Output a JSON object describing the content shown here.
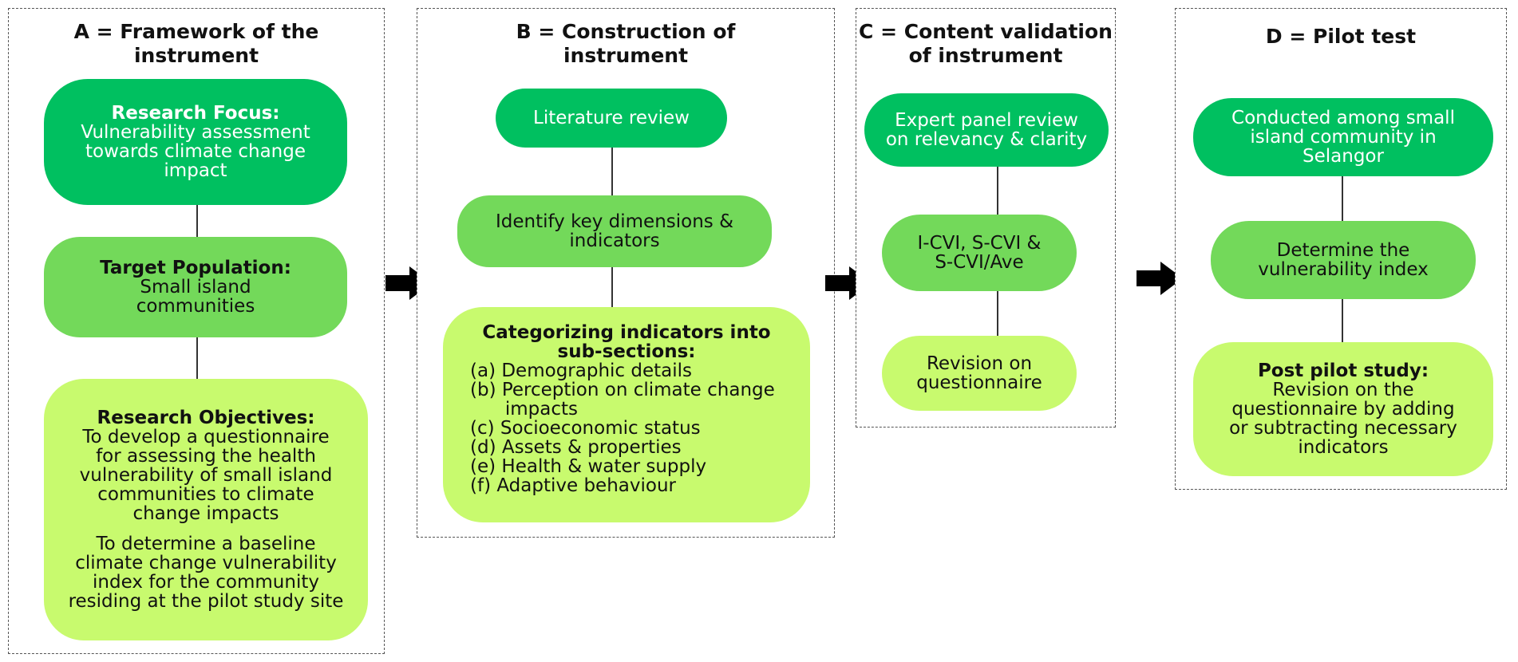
{
  "panels": {
    "a": {
      "title_line1": "A = Framework of the",
      "title_line2": "instrument",
      "focus": {
        "heading": "Research Focus:",
        "lines": [
          "Vulnerability assessment",
          "towards climate change",
          "impact"
        ]
      },
      "population": {
        "heading": "Target Population:",
        "lines": [
          "Small island",
          "communities"
        ]
      },
      "objectives": {
        "heading": "Research Objectives:",
        "obj1_lines": [
          "To develop a questionnaire",
          "for assessing the health",
          "vulnerability of small island",
          "communities to climate",
          "change impacts"
        ],
        "obj2_lines": [
          "To determine a baseline",
          "climate change vulnerability",
          "index for the community",
          "residing at the pilot study site"
        ]
      }
    },
    "b": {
      "title_line1": "B = Construction of",
      "title_line2": "instrument",
      "literature": "Literature review",
      "identify_lines": [
        "Identify key dimensions &",
        "indicators"
      ],
      "categorizing": {
        "heading_lines": [
          "Categorizing indicators into",
          "sub-sections:"
        ],
        "items": [
          "(a) Demographic details",
          "(b) Perception on climate change",
          "      impacts",
          "(c) Socioeconomic status",
          "(d) Assets & properties",
          "(e) Health & water supply",
          "(f) Adaptive behaviour"
        ]
      }
    },
    "c": {
      "title_line1": "C = Content validation",
      "title_line2": "of instrument",
      "expert_lines": [
        "Expert panel review",
        "on relevancy & clarity"
      ],
      "cvi_lines": [
        "I-CVI, S-CVI &",
        "S-CVI/Ave"
      ],
      "revision_lines": [
        "Revision on",
        "questionnaire"
      ]
    },
    "d": {
      "title_line1": "D = Pilot test",
      "conducted_lines": [
        "Conducted among small",
        "island community in",
        "Selangor"
      ],
      "determine_lines": [
        "Determine the",
        "vulnerability index"
      ],
      "post": {
        "heading": "Post pilot study:",
        "lines": [
          "Revision on the",
          "questionnaire by adding",
          "or subtracting necessary",
          "indicators"
        ]
      }
    }
  },
  "colors": {
    "dark_green": "#00c060",
    "mid_green": "#73d95a",
    "light_green": "#c8fa6e",
    "arrow": "#000000"
  }
}
